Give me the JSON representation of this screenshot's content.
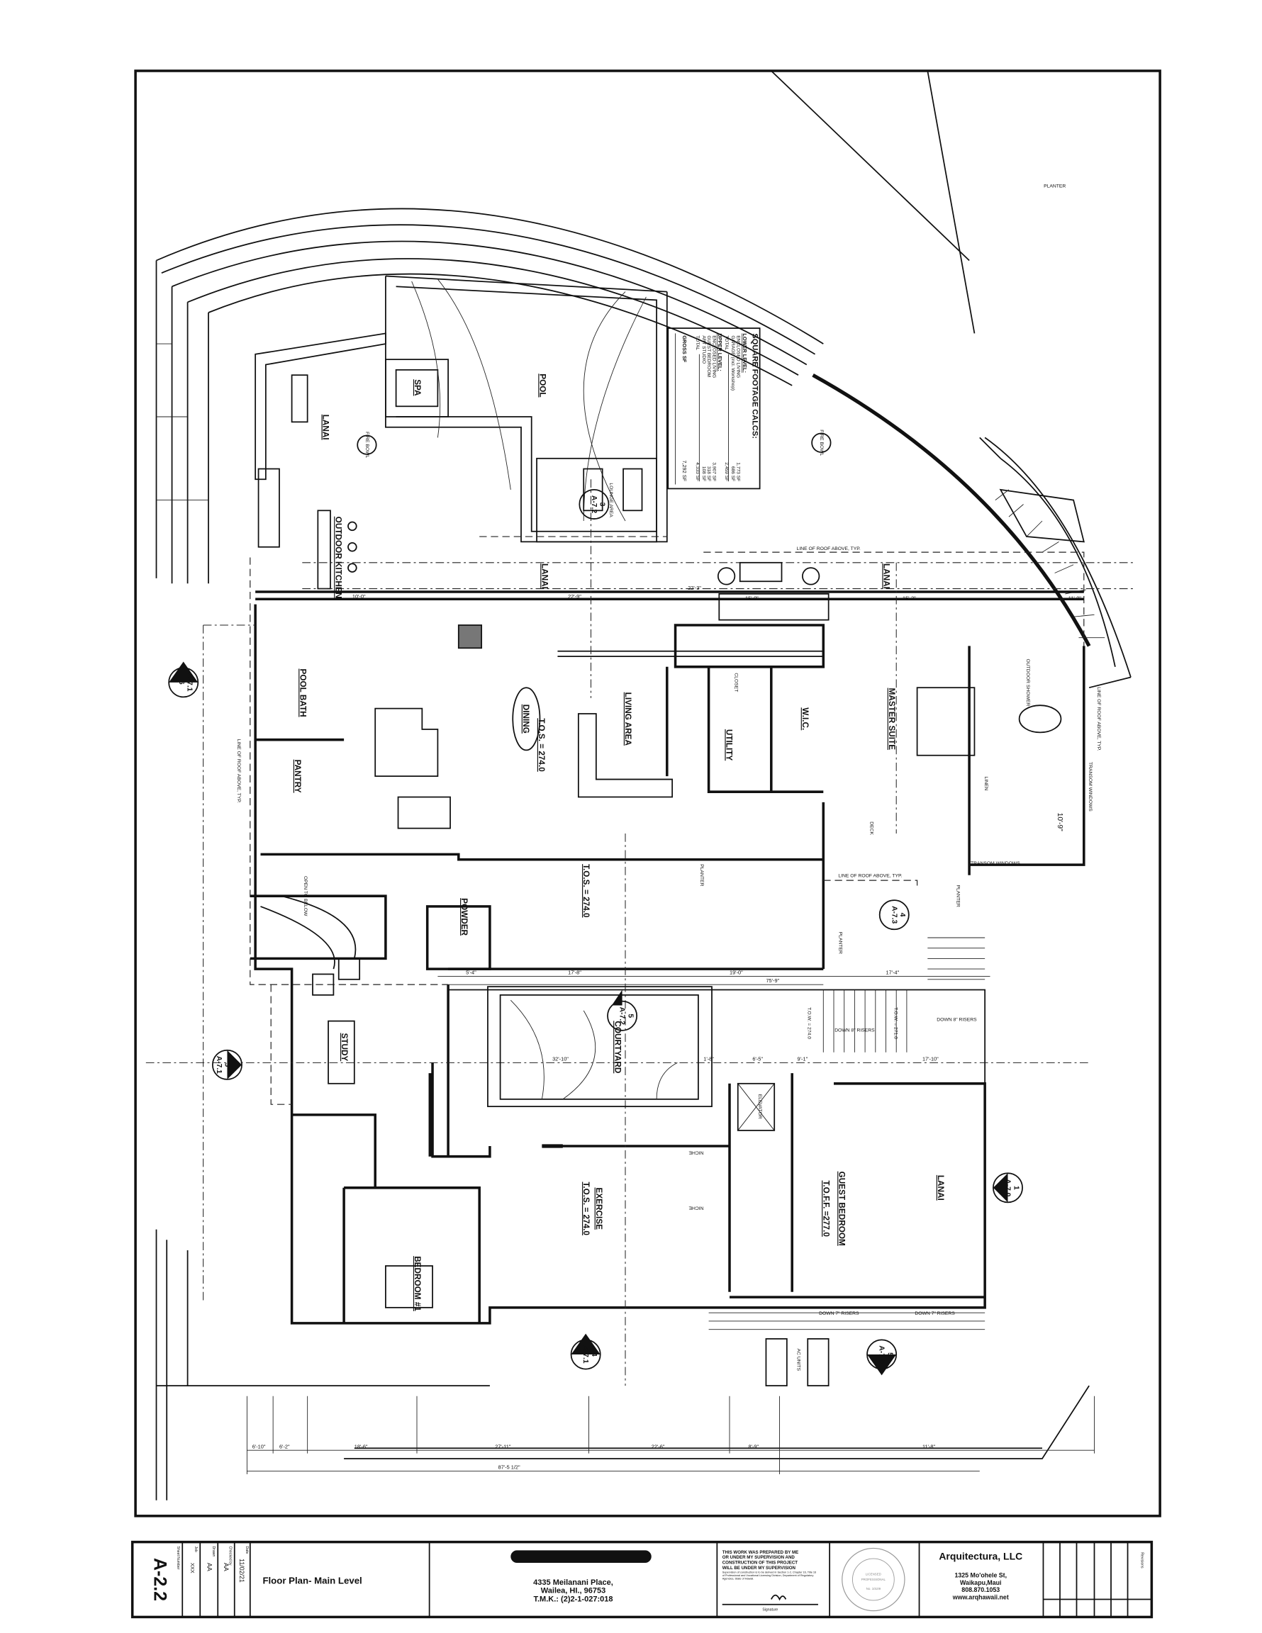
{
  "rooms": {
    "lanai_west": "LANAI",
    "spa": "SPA",
    "pool": "POOL",
    "fire_bowl_1": "FIRE BOWL",
    "fire_bowl_2": "FIRE BOWL",
    "lounge_area": "LOUNGE AREA",
    "outdoor_kitchen": "OUTDOOR KITCHEN",
    "lanai_center": "LANAI",
    "lanai_east": "LANAI",
    "pool_bath": "POOL BATH",
    "pantry": "PANTRY",
    "dining": "DINING",
    "dining_tos": "T.O.S. = 274.0",
    "living_area": "LIVING AREA",
    "utility": "UTILITY",
    "closet": "CLOSET",
    "wic": "W.I.C.",
    "master_suite": "MASTER SUITE",
    "outdoor_shower": "OUTDOOR SHOWER",
    "linen": "LINEN",
    "deck": "DECK",
    "open_to_below": "OPEN TO BELOW",
    "powder": "POWDER",
    "hall_tos": "T.O.S. = 274.0",
    "planter_1": "PLANTER",
    "planter_2": "PLANTER",
    "planter_3": "PLANTER",
    "planter_4": "PLANTER",
    "courtyard": "COURTYARD",
    "study": "STUDY",
    "elevator": "ELEVATOR",
    "niche_1": "NICHE",
    "niche_2": "NICHE",
    "exercise": "EXERCISE",
    "exercise_tos": "T.O.S. = 274.0",
    "guest_bedroom": "GUEST BEDROOM",
    "guest_toff": "T.O.F.F. =277.0",
    "lanai_south": "LANAI",
    "bedroom_1": "BEDROOM #1",
    "ac_units": "AC UNITS"
  },
  "notes": {
    "roof_line_1": "LINE OF ROOF ABOVE, TYP.",
    "roof_line_2": "LINE OF ROOF ABOVE, TYP.",
    "roof_line_3": "LINE OF ROOF ABOVE, TYP.",
    "roof_line_4": "LINE OF ROOF ABOVE, TYP.",
    "transom_1": "TRANSOM WINDOWS",
    "transom_2": "TRANSOM WINDOWS",
    "down_8_1": "DOWN 8\" RISERS",
    "down_8_2": "DOWN 8\" RISERS",
    "down_7_1": "DOWN 7\" RISERS",
    "down_7_2": "DOWN 7\" RISERS",
    "tow_1": "T.O.W. = 274.0",
    "tow_2": "T.O.W. = 271.0"
  },
  "section_markers": [
    {
      "num": "6",
      "sheet": "A-7.1"
    },
    {
      "num": "3",
      "sheet": "A-7.2"
    },
    {
      "num": "4",
      "sheet": "A-7.3"
    },
    {
      "num": "5",
      "sheet": "A-7.2"
    },
    {
      "num": "5",
      "sheet": "A-7.1"
    },
    {
      "num": "1",
      "sheet": "A-7.0"
    },
    {
      "num": "4",
      "sheet": "A-7.1"
    },
    {
      "num": "5",
      "sheet": "A-7.0"
    }
  ],
  "dimensions": {
    "top": [
      "10'-0\"",
      "22'-9\"",
      "22'-3\"",
      "15'-0\"",
      "15'-2\"",
      "11'-0\""
    ],
    "master_bath": "10'-9\"",
    "courtyard_row": [
      "5'-4\"",
      "17'-8\"",
      "19'-0\"",
      "17'-4\""
    ],
    "courtyard_total": "75'-9\"",
    "mid_row": [
      "32'-10\"",
      "1'-8\"",
      "6'-5\"",
      "9'-1\"",
      "17'-10\""
    ],
    "bottom_row": [
      "6'-10\"",
      "6'-2\"",
      "18'-6\"",
      "27'-11\"",
      "22'-6\"",
      "8'-9\"",
      "11'-8\""
    ],
    "bottom_total": "87'-5 1/2\""
  },
  "sf_calcs": {
    "title": "SQUARE FOOTAGE CALCS:",
    "lower_label": "LOWER LEVEL:",
    "lower": [
      {
        "label": "ENCLOSED LIVING",
        "value": "1,773 SF"
      },
      {
        "label": "GARAGE (incl. Workshop)",
        "value": "686 SF"
      },
      {
        "label": "TOTAL",
        "value": "2,459 SF"
      }
    ],
    "upper_label": "UPPER LEVEL:",
    "upper": [
      {
        "label": "ENCLOSED LIVING",
        "value": "3,907 SF"
      },
      {
        "label": "GUEST BEDROOM",
        "value": "318 SF"
      },
      {
        "label": "ART STUDIO",
        "value": "108 SF"
      },
      {
        "label": "TOTAL",
        "value": "4,333 SF"
      }
    ],
    "gross_label": "GROSS SF",
    "gross_value": "7,292 SF"
  },
  "title_block": {
    "sheet_number": "A-2.2",
    "sheet_number_label": "Sheet Number",
    "job_label": "Job",
    "job": "XXX",
    "drawn_label": "Drawn",
    "drawn": "AA",
    "checked_label": "Checked by",
    "checked": "AA",
    "date_label": "Date",
    "date": "11/02/21",
    "drawing_title": "Floor Plan- Main Level",
    "address_1": "4335 Meilanani Place,",
    "address_2": "Wailea, HI., 96753",
    "tmk": "T.M.K.: (2)2-1-027:018",
    "cert_1": "THIS WORK WAS PREPARED BY ME",
    "cert_2": "OR UNDER MY SUPERVISION AND",
    "cert_3": "CONSTRUCTION OF THIS PROJECT",
    "cert_4": "WILL BE UNDER MY SUPERVISION",
    "cert_small": "Supervision of construction is to be derived in Section 1-2, Chapter 16, Title 16 of Professional and Vocational Licensing Division, Department of Regulatory Agencies, State of Hawaii.",
    "signature_label": "Signature",
    "stamp_text": "LICENSED PROFESSIONAL ARCHITECT No. 10109 HAWAII U.S.A.",
    "firm_name": "Arquitectura, LLC",
    "firm_address_1": "1325 Mo'ohele St,",
    "firm_address_2": "Waikapu,Maui",
    "firm_phone": "808.870.1053",
    "firm_web": "www.arqhawaii.net",
    "revisions_label": "Revisions"
  }
}
